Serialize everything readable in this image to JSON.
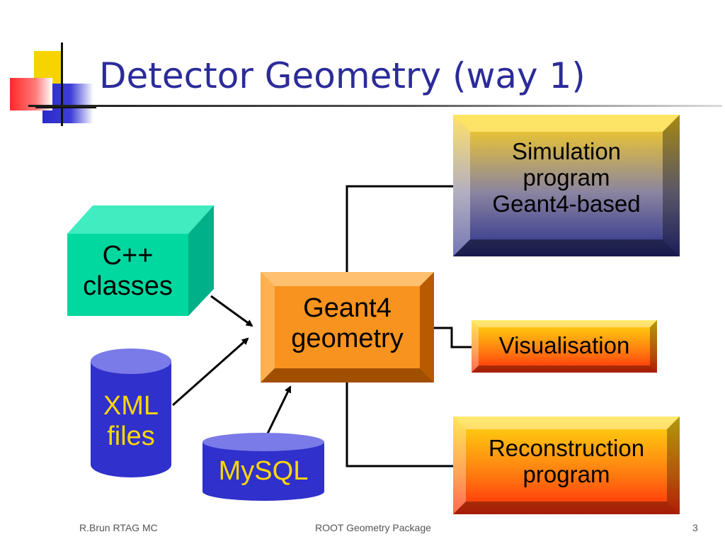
{
  "slide": {
    "title": "Detector Geometry (way 1)",
    "footer": {
      "author": "R.Brun  RTAG MC",
      "center": "ROOT Geometry Package",
      "page": "3"
    }
  },
  "diagram": {
    "center": {
      "line1": "Geant4",
      "line2": "geometry"
    },
    "cpp": {
      "line1": "C++",
      "line2": "classes"
    },
    "xml": {
      "line1": "XML",
      "line2": "files"
    },
    "mysql": {
      "label": "MySQL"
    },
    "simulation": {
      "line1": "Simulation",
      "line2": "program",
      "line3": "Geant4-based"
    },
    "visualisation": {
      "label": "Visualisation"
    },
    "reconstruction": {
      "line1": "Reconstruction",
      "line2": "program"
    }
  },
  "colors": {
    "title": "#2b2b9a",
    "cpp": "#00d8a0",
    "cylinder": "#3030cc",
    "cylinder_text": "#ffd800",
    "center": "#f7931e"
  }
}
